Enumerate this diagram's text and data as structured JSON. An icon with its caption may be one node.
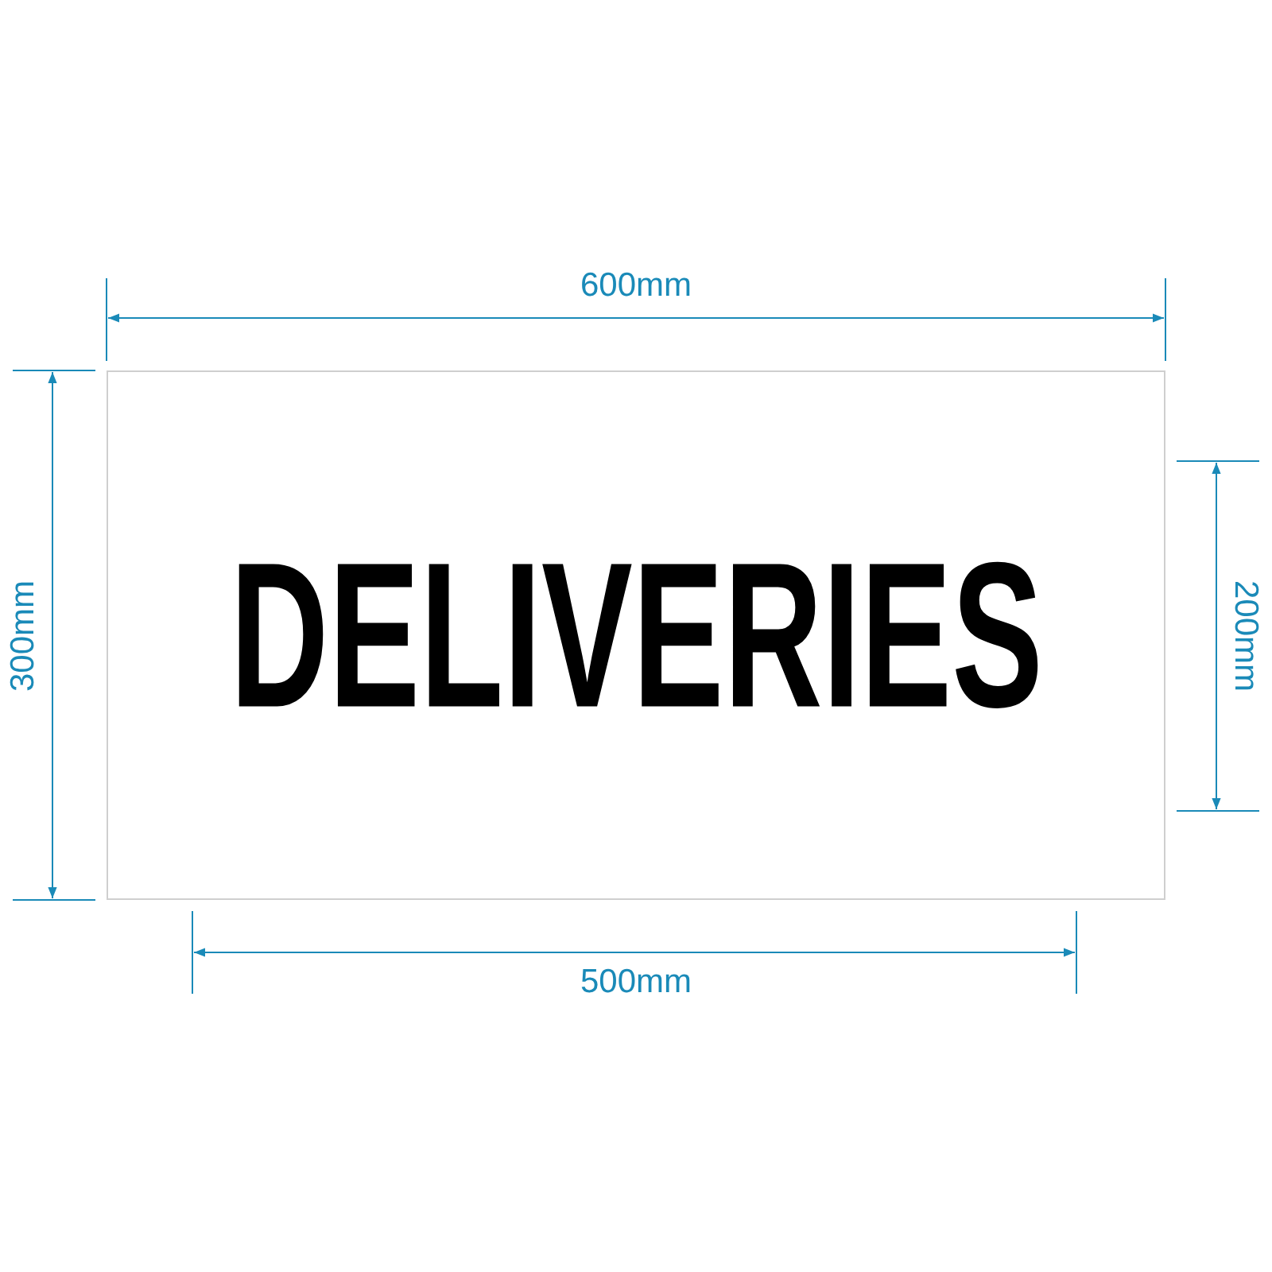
{
  "diagram": {
    "nodes": [
      {
        "text": [
          "DELIVERIES"
        ]
      }
    ],
    "labels": [
      "600mm",
      "300mm",
      "200mm",
      "500mm"
    ]
  }
}
